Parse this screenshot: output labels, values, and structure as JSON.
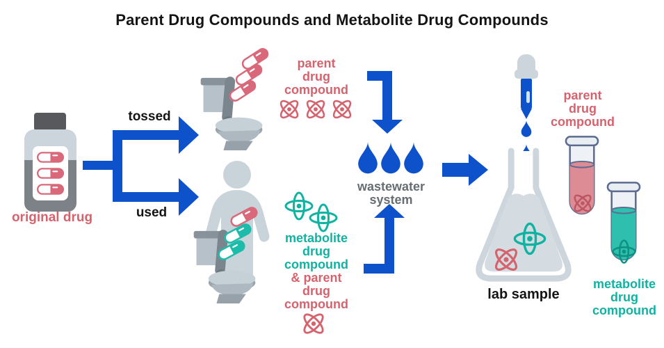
{
  "title": "Parent Drug Compounds and Metabolite Drug Compounds",
  "colors": {
    "arrow_blue": "#0d52cb",
    "pink": "#d5636e",
    "pink_liquid": "#dd8b94",
    "teal": "#10b3a2",
    "teal_liquid": "#2fbfae",
    "gray_text": "#686d72",
    "silhouette_gray": "#c9d3da",
    "bottle_gray": "#7c8287",
    "tube_outline": "#5c6b8f"
  },
  "labels": {
    "original_drug": "original drug",
    "tossed": "tossed",
    "used": "used",
    "parent_compound_top": "parent\ndrug\ncompound",
    "metabolite_compound": "metabolite\ndrug\ncompound",
    "and_parent_compound": "& parent\ndrug\ncompound",
    "wastewater_system": "wastewater\nsystem",
    "lab_sample": "lab sample",
    "tube_parent_compound": "parent\ndrug\ncompound",
    "tube_metabolite_compound": "metabolite\ndrug\ncompound"
  },
  "icons": {
    "pill_bottle": "pill-bottle-icon",
    "toilet": "toilet-icon",
    "person": "person-icon",
    "capsule": "capsule-icon",
    "parent_molecule": "atom-x-icon",
    "metabolite_molecule": "atom-plus-icon",
    "water_drop": "water-drop-icon",
    "dropper": "dropper-icon",
    "flask": "flask-icon",
    "test_tube": "test-tube-icon"
  }
}
